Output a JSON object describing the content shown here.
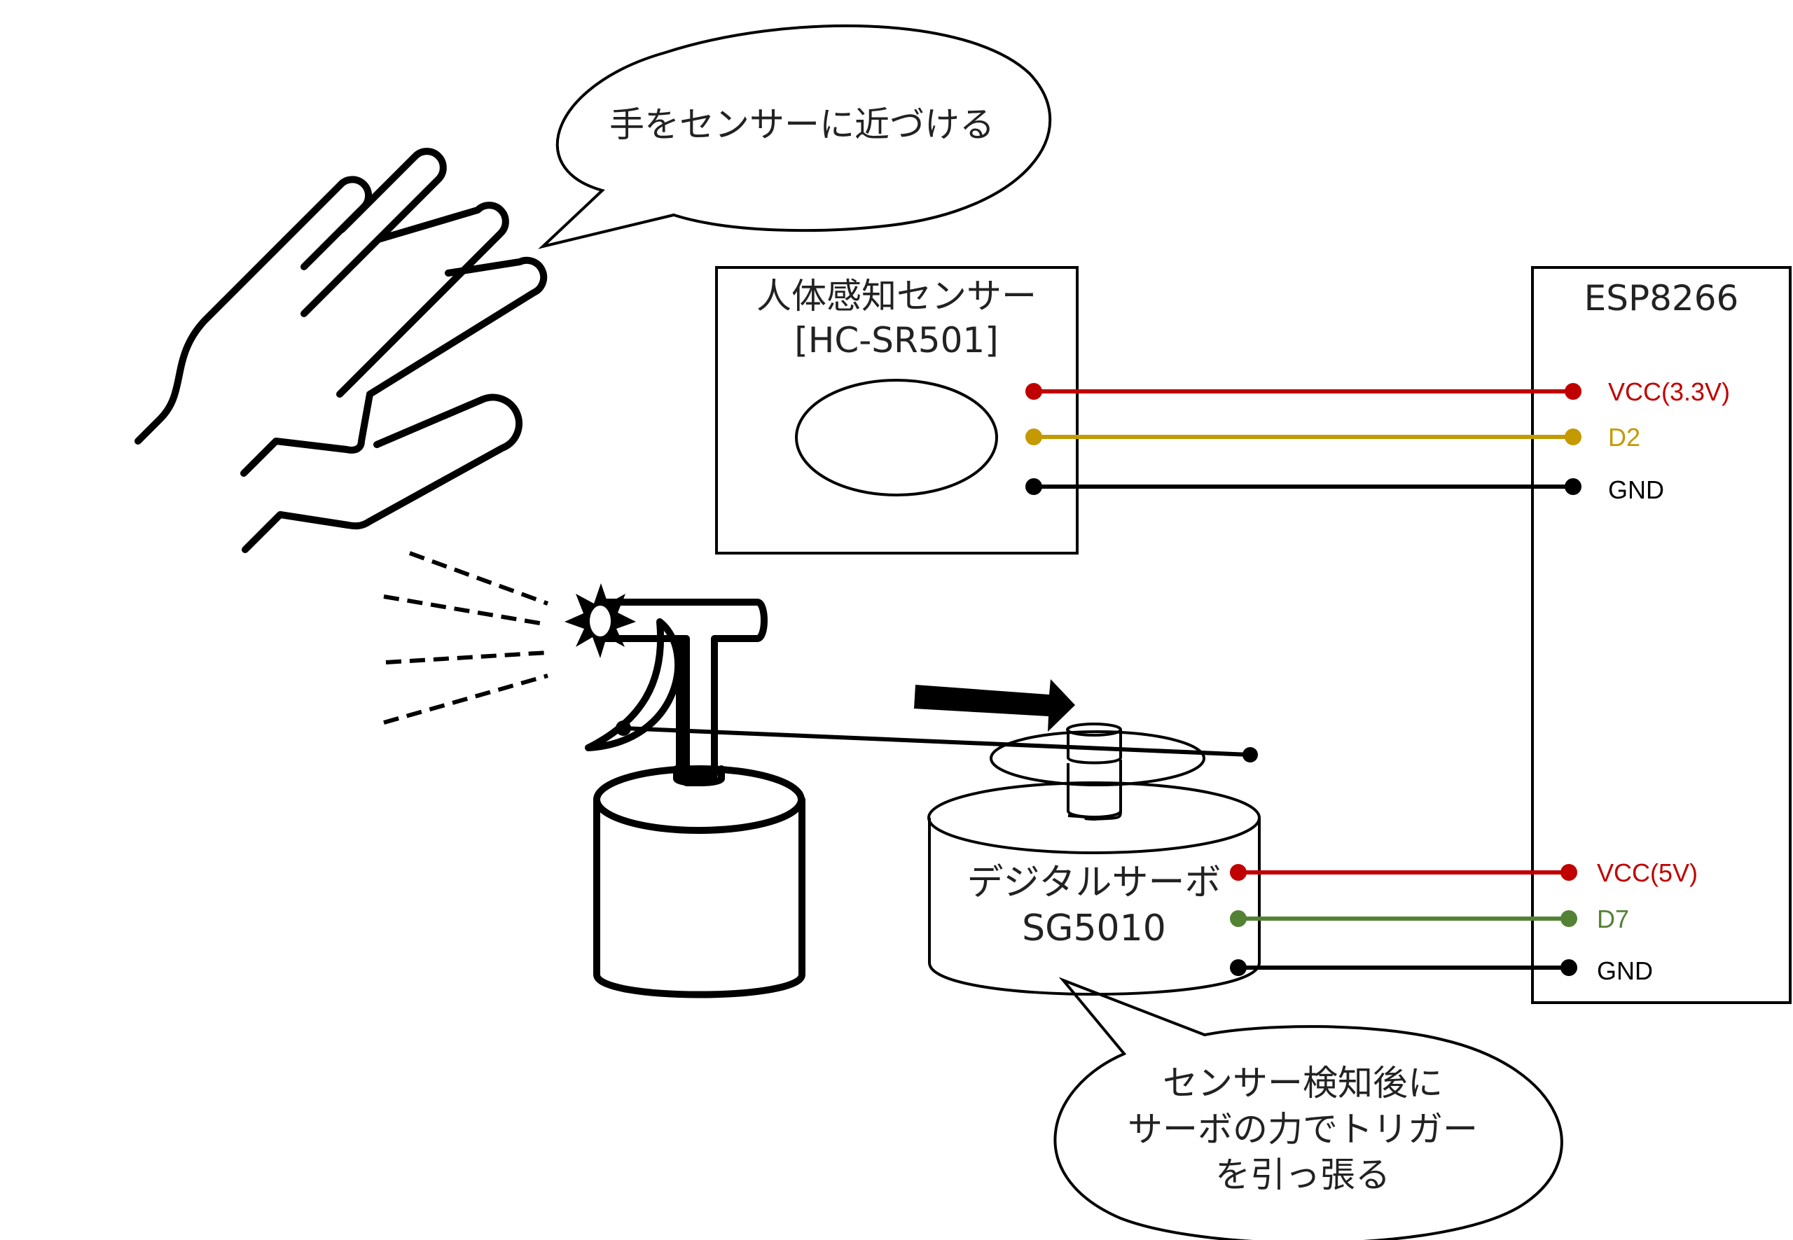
{
  "colors": {
    "vcc": "#c00000",
    "d2": "#c49a00",
    "d7": "#548235",
    "gnd": "#000000"
  },
  "icons": [
    "hand-icon",
    "spray-bottle-icon",
    "arrow-right-icon",
    "spark-icon"
  ],
  "bubble_top": {
    "text": "手をセンサーに近づける"
  },
  "sensor": {
    "name": "人体感知センサー",
    "model": "[HC-SR501]"
  },
  "esp": {
    "name": "ESP8266",
    "pins_top": [
      {
        "label": "VCC(3.3V)",
        "color_key": "vcc"
      },
      {
        "label": "D2",
        "color_key": "d2"
      },
      {
        "label": "GND",
        "color_key": "gnd"
      }
    ],
    "pins_bottom": [
      {
        "label": "VCC(5V)",
        "color_key": "vcc"
      },
      {
        "label": "D7",
        "color_key": "d7"
      },
      {
        "label": "GND",
        "color_key": "gnd"
      }
    ]
  },
  "servo": {
    "name": "デジタルサーボ",
    "model": "SG5010"
  },
  "bubble_bottom": {
    "lines": [
      "センサー検知後に",
      "サーボの力でトリガー",
      "を引っ張る"
    ]
  }
}
